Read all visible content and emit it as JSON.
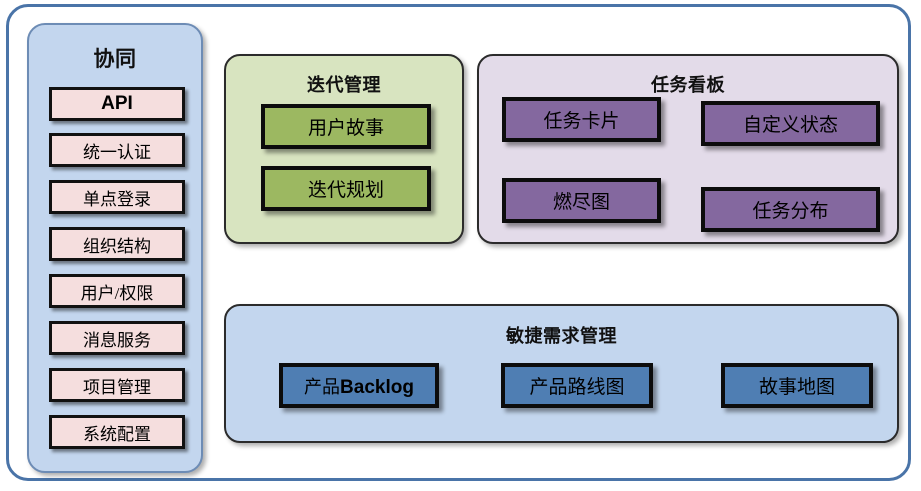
{
  "diagram": {
    "frame": {
      "border_color": "#4a74a8",
      "background": "#ffffff"
    },
    "sidebar": {
      "title": "协同",
      "fill": "#c3d6ee",
      "border": "#6d8cb5",
      "chip_fill": "#f5dede",
      "items": [
        {
          "label": "API",
          "bold": true
        },
        {
          "label": "统一认证",
          "bold": false
        },
        {
          "label": "单点登录",
          "bold": false
        },
        {
          "label": "组织结构",
          "bold": false
        },
        {
          "label": "用户/权限",
          "bold": false
        },
        {
          "label": "消息服务",
          "bold": false
        },
        {
          "label": "项目管理",
          "bold": false
        },
        {
          "label": "系统配置",
          "bold": false
        }
      ]
    },
    "panels": [
      {
        "id": "iteration",
        "title": "迭代管理",
        "fill": "#d8e4c0",
        "card_fill": "#9cb861",
        "cards": [
          {
            "label": "用户故事"
          },
          {
            "label": "迭代规划"
          }
        ]
      },
      {
        "id": "taskboard",
        "title": "任务看板",
        "fill": "#e3dbe9",
        "card_fill": "#84689f",
        "cards": [
          {
            "label": "任务卡片"
          },
          {
            "label": "自定义状态"
          },
          {
            "label": "燃尽图"
          },
          {
            "label": "任务分布"
          }
        ]
      },
      {
        "id": "agile",
        "title": "敏捷需求管理",
        "fill": "#c3d6ee",
        "card_fill": "#4f7eb3",
        "cards": [
          {
            "label_prefix": "产品",
            "label_bold": "Backlog",
            "label": "产品Backlog"
          },
          {
            "label": "产品路线图"
          },
          {
            "label": "故事地图"
          }
        ]
      }
    ]
  }
}
